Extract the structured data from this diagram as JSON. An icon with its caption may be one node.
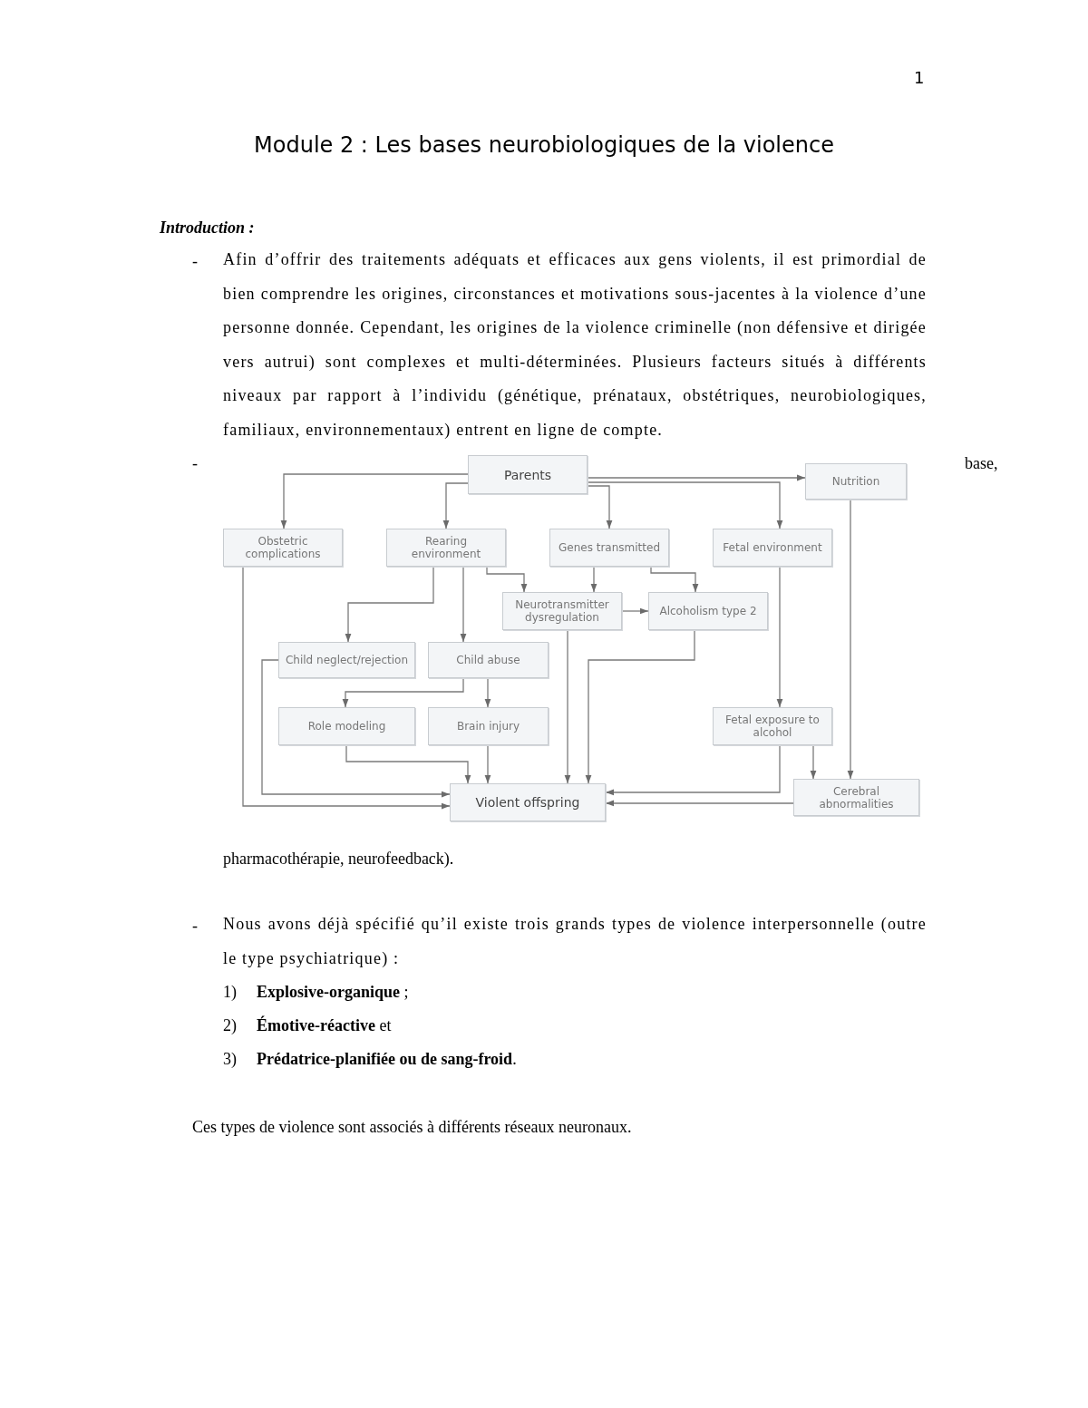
{
  "diagram": {
    "title": "Module 2 : Les bases neurobiologiques de la violence",
    "nodes": [
      {
        "text": [
          "Parents"
        ]
      },
      {
        "text": [
          "Nutrition"
        ]
      },
      {
        "text": [
          "Obstetric complications"
        ]
      },
      {
        "text": [
          "Rearing environment"
        ]
      },
      {
        "text": [
          "Genes transmitted"
        ]
      },
      {
        "text": [
          "Fetal environment"
        ]
      },
      {
        "text": [
          "Neurotransmitter dysregulation"
        ]
      },
      {
        "text": [
          "Alcoholism type 2"
        ]
      },
      {
        "text": [
          "Child neglect/rejection"
        ]
      },
      {
        "text": [
          "Child abuse"
        ]
      },
      {
        "text": [
          "Role modeling"
        ]
      },
      {
        "text": [
          "Brain injury"
        ]
      },
      {
        "text": [
          "Fetal exposure to alcohol"
        ]
      },
      {
        "text": [
          "Violent offspring"
        ]
      },
      {
        "text": [
          "Cerebral abnormalities"
        ]
      }
    ],
    "edges": [
      {
        "from": 0,
        "to": 1,
        "arrow": "to"
      },
      {
        "from": 0,
        "to": 2,
        "arrow": "to"
      },
      {
        "from": 0,
        "to": 3,
        "arrow": "to"
      },
      {
        "from": 0,
        "to": 4,
        "arrow": "to"
      },
      {
        "from": 0,
        "to": 5,
        "arrow": "to"
      },
      {
        "from": 3,
        "to": 6,
        "arrow": "to"
      },
      {
        "from": 4,
        "to": 6,
        "arrow": "to"
      },
      {
        "from": 4,
        "to": 7,
        "arrow": "to"
      },
      {
        "from": 6,
        "to": 7,
        "arrow": "to"
      },
      {
        "from": 3,
        "to": 8,
        "arrow": "to"
      },
      {
        "from": 3,
        "to": 9,
        "arrow": "to"
      },
      {
        "from": 9,
        "to": 10,
        "arrow": "to"
      },
      {
        "from": 9,
        "to": 11,
        "arrow": "to"
      },
      {
        "from": 10,
        "to": 13,
        "arrow": "to"
      },
      {
        "from": 11,
        "to": 13,
        "arrow": "to"
      },
      {
        "from": 6,
        "to": 13,
        "arrow": "to"
      },
      {
        "from": 7,
        "to": 13,
        "arrow": "to"
      },
      {
        "from": 8,
        "to": 13,
        "arrow": "to"
      },
      {
        "from": 2,
        "to": 13,
        "arrow": "to"
      },
      {
        "from": 5,
        "to": 12,
        "arrow": "to"
      },
      {
        "from": 12,
        "to": 13,
        "arrow": "to"
      },
      {
        "from": 12,
        "to": 14,
        "arrow": "to"
      },
      {
        "from": 1,
        "to": 14,
        "arrow": "to"
      },
      {
        "from": 14,
        "to": 13,
        "arrow": "to"
      }
    ],
    "labels": [
      "1",
      "Introduction :",
      "-",
      "Afin d’offrir des traitements adéquats et efficaces aux gens violents, il est primordial de bien comprendre les origines, circonstances et motivations sous-jacentes à la violence d’une personne donnée. Cependant, les origines de la violence criminelle (non défensive et dirigée vers autrui) sont complexes et multi-déterminées. Plusieurs facteurs situés à différents niveaux par rapport à l’individu (génétique, prénataux, obstétriques, neurobiologiques, familiaux, environnementaux) entrent en ligne de compte.",
      "-",
      "base,",
      "pharmacothérapie, neurofeedback).",
      "-",
      "Nous avons déjà spécifié qu’il existe trois grands types de violence interpersonnelle (outre le type psychiatrique) :",
      "1)",
      "**Explosive-organique** ;",
      "2)",
      "**Émotive-réactive** et",
      "3)",
      "**Prédatrice-planifiée ou de sang-froid**.",
      "Ces types de violence sont associés à différents réseaux neuronaux."
    ]
  }
}
